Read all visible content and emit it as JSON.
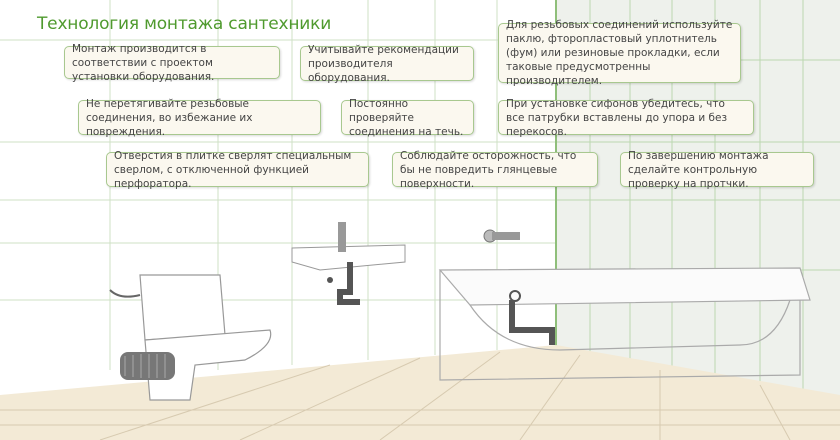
{
  "title": "Технология монтажа сантехники",
  "tips": [
    "Монтаж производится в соответствии с проектом установки оборудования.",
    "Учитывайте рекомендации производителя оборудования.",
    "Для резьбовых соединений используйте паклю, фторопластовый уплотнитель (фум) или резиновые прокладки, если таковые предусмотренны  производителем.",
    "Не перетягивайте резьбовые соединения, во избежание их повреждения.",
    "Постоянно проверяйте соединения на течь.",
    "При установке сифонов убедитесь, что все патрубки вставлены до упора и без перекосов.",
    "Отверстия в плитке сверлят специальным сверлом, с отключенной функцией перфоратора.",
    "Соблюдайте осторожность, что бы не повредить глянцевые поверхности.",
    "По завершению монтажа сделайте контрольную проверку на протчки."
  ],
  "colors": {
    "accent": "#4f9a2e",
    "border": "#a8c88f",
    "floor": "#f3ead6",
    "right_wall": "#eef1ec"
  }
}
